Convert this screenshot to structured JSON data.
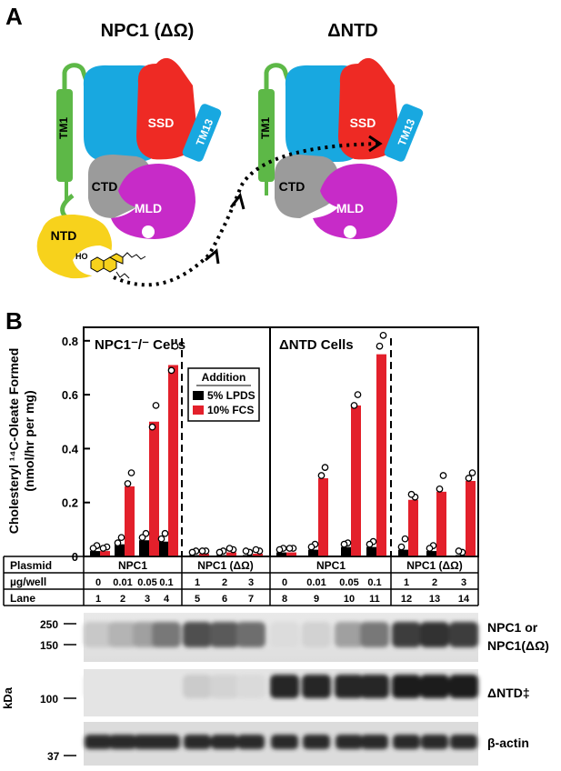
{
  "panel_a": {
    "letter": "A",
    "left_title": "NPC1 (ΔΩ)",
    "right_title": "ΔNTD",
    "labels": {
      "tm1": "TM1",
      "ssd": "SSD",
      "tm13": "TM13",
      "ctd": "CTD",
      "mld": "MLD",
      "ntd": "NTD",
      "ho": "HO"
    }
  },
  "panel_b": {
    "letter": "B",
    "ylabel": [
      "Cholesteryl ¹⁴C-Oleate Formed",
      "(nmol/hr per mg)"
    ],
    "left_title": "NPC1⁻/⁻ Cells",
    "right_title": "ΔNTD Cells",
    "legend": {
      "title": "Addition",
      "items": [
        "5% LPDS",
        "10% FCS"
      ]
    },
    "table": {
      "row_labels": [
        "Plasmid",
        "µg/well",
        "Lane"
      ],
      "plasmid_groups": [
        "NPC1",
        "NPC1 (ΔΩ)",
        "NPC1",
        "NPC1 (ΔΩ)"
      ],
      "amounts": [
        "0",
        "0.01",
        "0.05",
        "0.1",
        "1",
        "2",
        "3",
        "0",
        "0.01",
        "0.05",
        "0.1",
        "1",
        "2",
        "3"
      ],
      "lanes": [
        "1",
        "2",
        "3",
        "4",
        "5",
        "6",
        "7",
        "8",
        "9",
        "10",
        "11",
        "12",
        "13",
        "14"
      ]
    },
    "blots": {
      "kda_label": "kDa",
      "markers": [
        "250",
        "150",
        "100",
        "37"
      ],
      "labels": [
        "NPC1 or",
        "NPC1(ΔΩ)",
        "ΔNTD‡",
        "β-actin"
      ]
    }
  },
  "colors": {
    "lpds": "#000000",
    "fcs": "#e3202b",
    "tm1": "#5db847",
    "nterm_blue": "#18a8e0",
    "ssd": "#ee2a24",
    "mld": "#c72bc8",
    "ctd": "#9b9b9b",
    "ntd": "#f7d21c"
  },
  "chart_data": {
    "type": "bar",
    "ylabel": "Cholesteryl ¹⁴C-Oleate Formed (nmol/hr per mg)",
    "ylim": [
      0,
      0.85
    ],
    "yticks": [
      0,
      0.2,
      0.4,
      0.6,
      0.8
    ],
    "categories": [
      "1",
      "2",
      "3",
      "4",
      "5",
      "6",
      "7",
      "8",
      "9",
      "10",
      "11",
      "12",
      "13",
      "14"
    ],
    "series": [
      {
        "name": "5% LPDS",
        "values": [
          0.02,
          0.045,
          0.06,
          0.055,
          0.005,
          0.005,
          0.005,
          0.015,
          0.025,
          0.035,
          0.035,
          0.025,
          0.02,
          0.005
        ]
      },
      {
        "name": "10% FCS",
        "values": [
          0.02,
          0.26,
          0.5,
          0.71,
          0.01,
          0.015,
          0.01,
          0.015,
          0.29,
          0.56,
          0.75,
          0.21,
          0.24,
          0.28
        ]
      }
    ],
    "points": {
      "5% LPDS": [
        [
          0.03,
          0.02
        ],
        [
          0.06,
          0.04
        ],
        [
          0.075,
          0.06
        ],
        [
          0.075,
          0.055
        ],
        [
          0.01,
          0.005
        ],
        [
          0.01,
          0.005
        ],
        [
          0.005,
          0.01
        ],
        [
          0.02,
          0.015
        ],
        [
          0.035,
          0.025
        ],
        [
          0.04,
          0.035
        ],
        [
          0.045,
          0.035
        ],
        [
          0.055,
          0.025
        ],
        [
          0.03,
          0.02
        ],
        [
          0.005,
          0.01
        ]
      ],
      "10% FCS": [
        [
          0.025,
          0.02
        ],
        [
          0.3,
          0.26
        ],
        [
          0.55,
          0.47
        ],
        [
          0.77,
          0.68
        ],
        [
          0.01,
          0.01
        ],
        [
          0.015,
          0.02
        ],
        [
          0.01,
          0.015
        ],
        [
          0.02,
          0.02
        ],
        [
          0.32,
          0.29
        ],
        [
          0.59,
          0.55
        ],
        [
          0.81,
          0.77
        ],
        [
          0.21,
          0.22
        ],
        [
          0.29,
          0.24
        ],
        [
          0.3,
          0.28
        ]
      ]
    },
    "legend_position": "top-center",
    "grid": false
  }
}
